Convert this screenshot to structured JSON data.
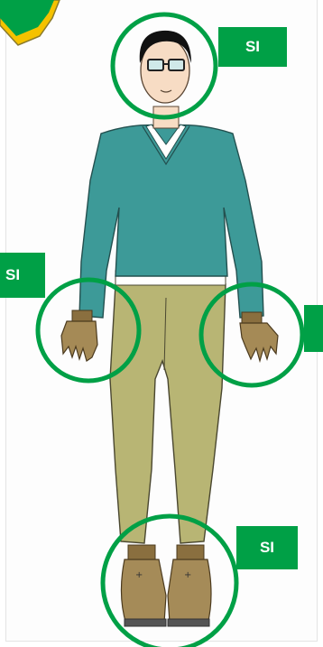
{
  "labels": {
    "head": "SI",
    "left_hand": "SI",
    "right_hand": "",
    "feet": "SI"
  },
  "colors": {
    "marker_green": "#00a046",
    "arrow_yellow": "#f5c200",
    "sweater": "#3d9a98",
    "trousers": "#b8b574",
    "gloves": "#a58a56",
    "boots": "#a58b58",
    "skin": "#f7dcc4",
    "hair": "#111111"
  },
  "icons": [
    "corner-arrow-icon",
    "glasses-icon"
  ]
}
